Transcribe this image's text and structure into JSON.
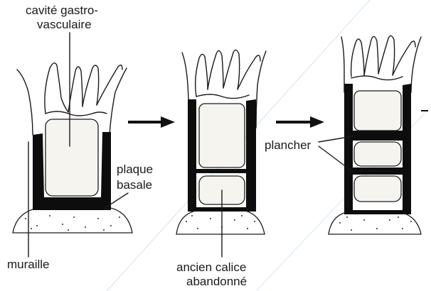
{
  "labels": {
    "gastro_line1": "cavité gastro-",
    "gastro_line2": "vasculaire",
    "plaque_line1": "plaque",
    "plaque_line2": "basale",
    "muraille": "muraille",
    "ancien_line1": "ancien calice",
    "ancien_line2": "abandonné",
    "plancher": "plancher"
  },
  "stages": [
    "stage-1",
    "stage-2",
    "stage-3"
  ],
  "colors": {
    "ink": "#1a1a1a",
    "wall": "#0d0d0d",
    "paper": "#ffffff",
    "watermark": "#a8cbe8"
  }
}
